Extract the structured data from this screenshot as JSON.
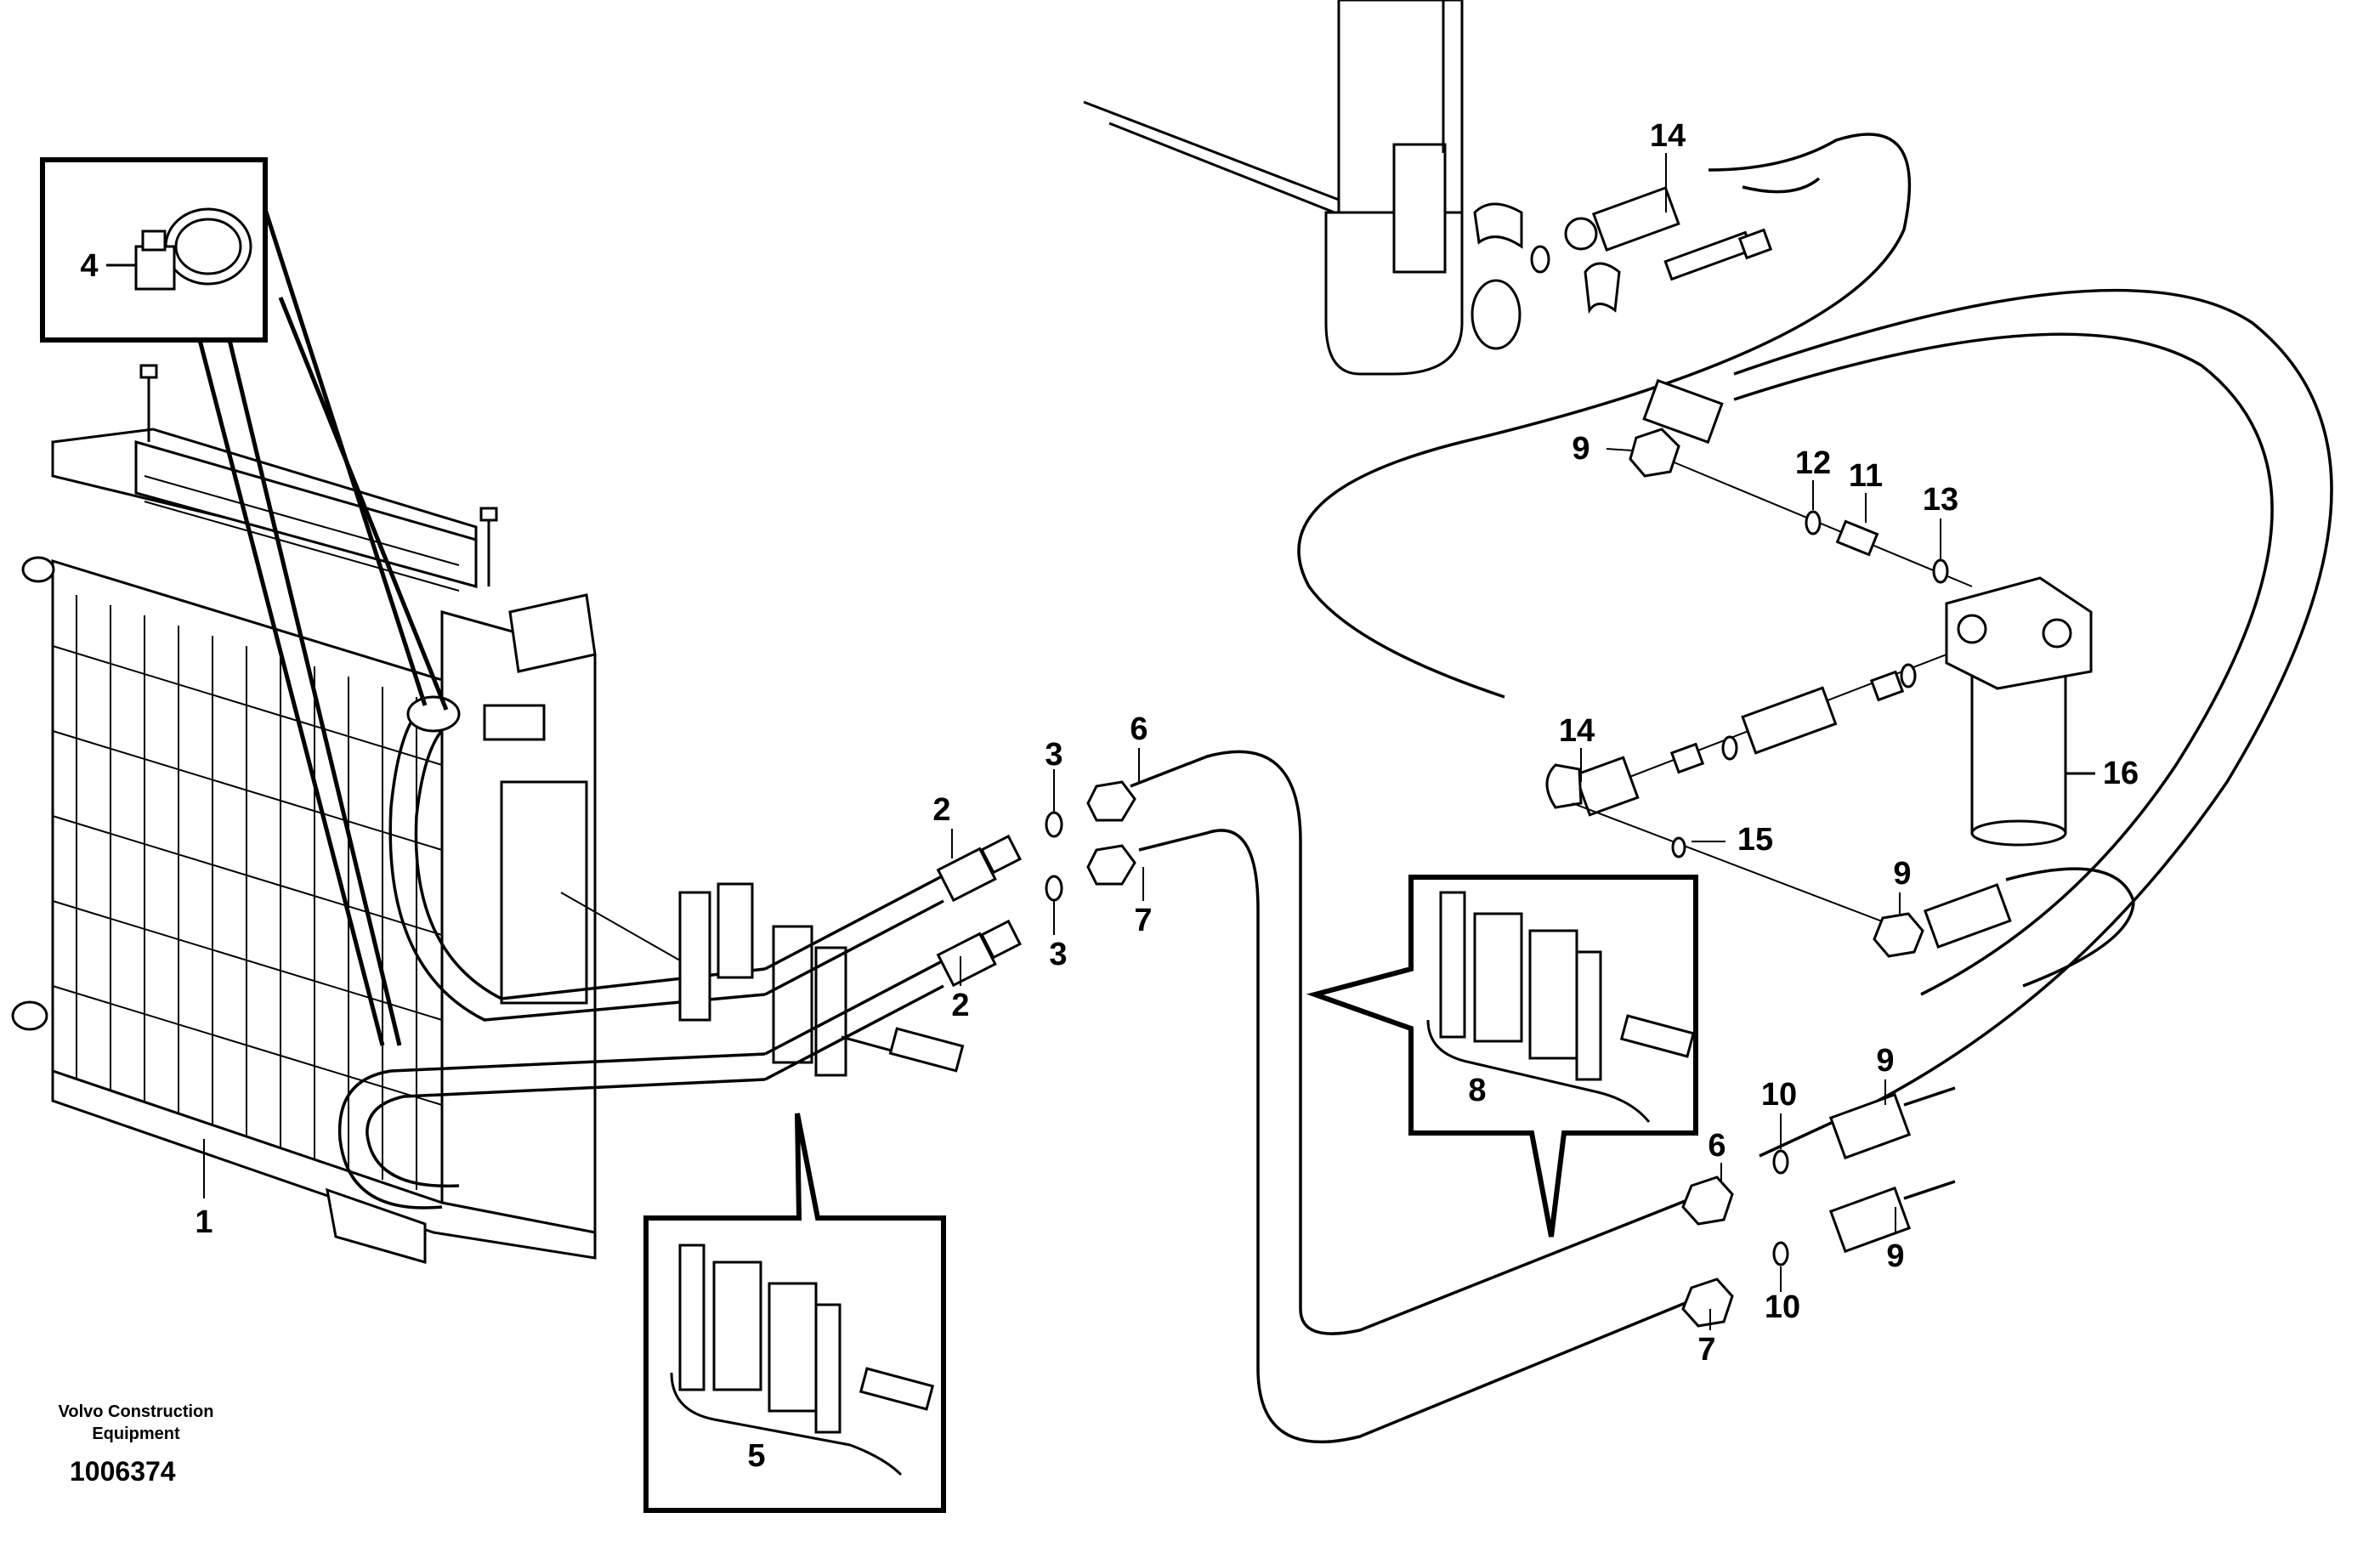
{
  "callouts": [
    {
      "id": "c1",
      "text": "1"
    },
    {
      "id": "c2a",
      "text": "2"
    },
    {
      "id": "c2b",
      "text": "2"
    },
    {
      "id": "c3a",
      "text": "3"
    },
    {
      "id": "c3b",
      "text": "3"
    },
    {
      "id": "c4",
      "text": "4"
    },
    {
      "id": "c5",
      "text": "5"
    },
    {
      "id": "c6a",
      "text": "6"
    },
    {
      "id": "c6b",
      "text": "6"
    },
    {
      "id": "c7a",
      "text": "7"
    },
    {
      "id": "c7b",
      "text": "7"
    },
    {
      "id": "c8",
      "text": "8"
    },
    {
      "id": "c9a",
      "text": "9"
    },
    {
      "id": "c9b",
      "text": "9"
    },
    {
      "id": "c9c",
      "text": "9"
    },
    {
      "id": "c9d",
      "text": "9"
    },
    {
      "id": "c10a",
      "text": "10"
    },
    {
      "id": "c10b",
      "text": "10"
    },
    {
      "id": "c11",
      "text": "11"
    },
    {
      "id": "c12",
      "text": "12"
    },
    {
      "id": "c13",
      "text": "13"
    },
    {
      "id": "c14a",
      "text": "14"
    },
    {
      "id": "c14b",
      "text": "14"
    },
    {
      "id": "c15",
      "text": "15"
    },
    {
      "id": "c16",
      "text": "16"
    }
  ],
  "credit": {
    "line1": "Volvo Construction",
    "line2": "Equipment",
    "doc_id": "1006374"
  }
}
